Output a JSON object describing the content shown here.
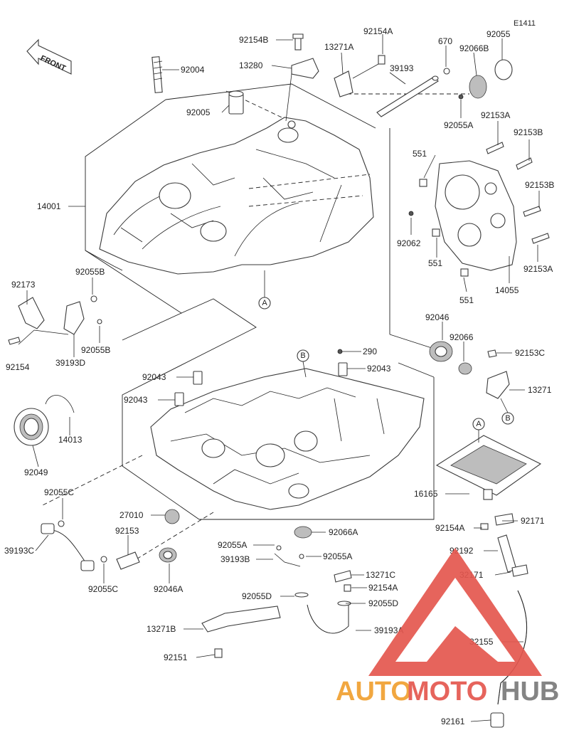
{
  "diagram_code": "E1411",
  "front_label": "FRONT",
  "callouts": [
    "A",
    "B"
  ],
  "watermark": {
    "part1": "AUTO",
    "part2": "MOTO",
    "part3": "HUB",
    "color_main": "#f0a030",
    "color_accent": "#e4574f",
    "color_dark": "#7a7a7a"
  },
  "labels": {
    "p92154B": "92154B",
    "p92154A_top": "92154A",
    "p670": "670",
    "p92055": "92055",
    "p13271A": "13271A",
    "p92066B": "92066B",
    "p92004": "92004",
    "p13280": "13280",
    "p39193": "39193",
    "p92005": "92005",
    "p92055A_top": "92055A",
    "p92153A_top": "92153A",
    "p92153B_top": "92153B",
    "p551_a": "551",
    "p92153B_mid": "92153B",
    "p14001": "14001",
    "p92062": "92062",
    "p551_b": "551",
    "p92153A_right": "92153A",
    "p551_c": "551",
    "p14055": "14055",
    "p92173": "92173",
    "p92055B_a": "92055B",
    "p92055B_b": "92055B",
    "p92154": "92154",
    "p39193D": "39193D",
    "p92046": "92046",
    "p92066": "92066",
    "p290": "290",
    "p92043_a": "92043",
    "p92043_b": "92043",
    "p92043_c": "92043",
    "p92153C": "92153C",
    "p13271": "13271",
    "p14013": "14013",
    "p92049": "92049",
    "p16165": "16165",
    "p92055C_a": "92055C",
    "p27010": "27010",
    "p92153": "92153",
    "p39193C": "39193C",
    "p92055C_b": "92055C",
    "p92046A": "92046A",
    "p92066A": "92066A",
    "p92055A_mid": "92055A",
    "p39193B": "39193B",
    "p92055A_r": "92055A",
    "p13271C": "13271C",
    "p92154A_mid": "92154A",
    "p92055D_a": "92055D",
    "p92055D_b": "92055D",
    "p13271B": "13271B",
    "p39193A": "39193A",
    "p92151": "92151",
    "p92154A_right": "92154A",
    "p92171": "92171",
    "p92192": "92192",
    "p32171": "32171",
    "p32155": "32155",
    "p92161": "92161"
  }
}
